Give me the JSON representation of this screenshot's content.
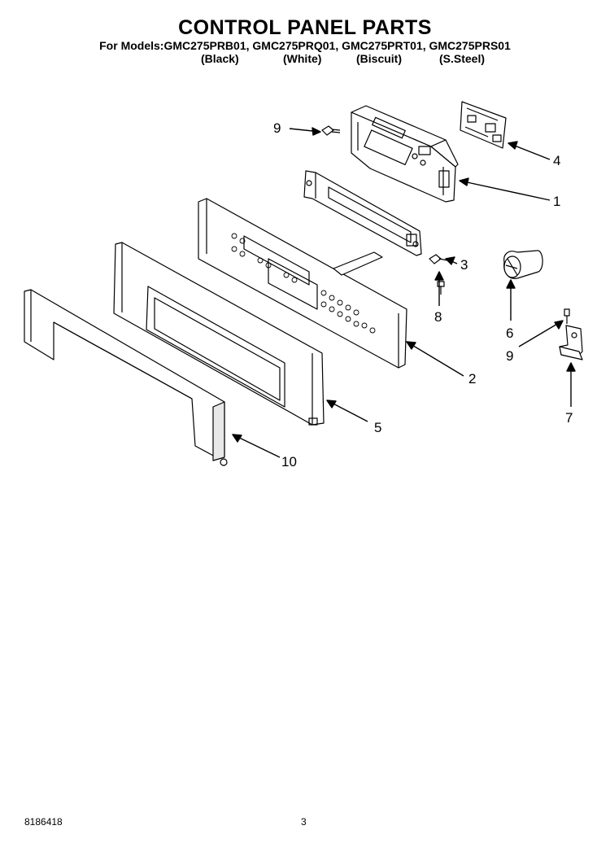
{
  "header": {
    "title": "CONTROL PANEL PARTS",
    "models_line": "For Models:GMC275PRB01, GMC275PRQ01, GMC275PRT01, GMC275PRS01",
    "finishes": [
      "(Black)",
      "(White)",
      "(Biscuit)",
      "(S.Steel)"
    ]
  },
  "callouts": [
    "9",
    "4",
    "1",
    "3",
    "8",
    "6",
    "9",
    "7",
    "2",
    "5",
    "10"
  ],
  "footer": {
    "doc_number": "8186418",
    "page_number": "3"
  }
}
